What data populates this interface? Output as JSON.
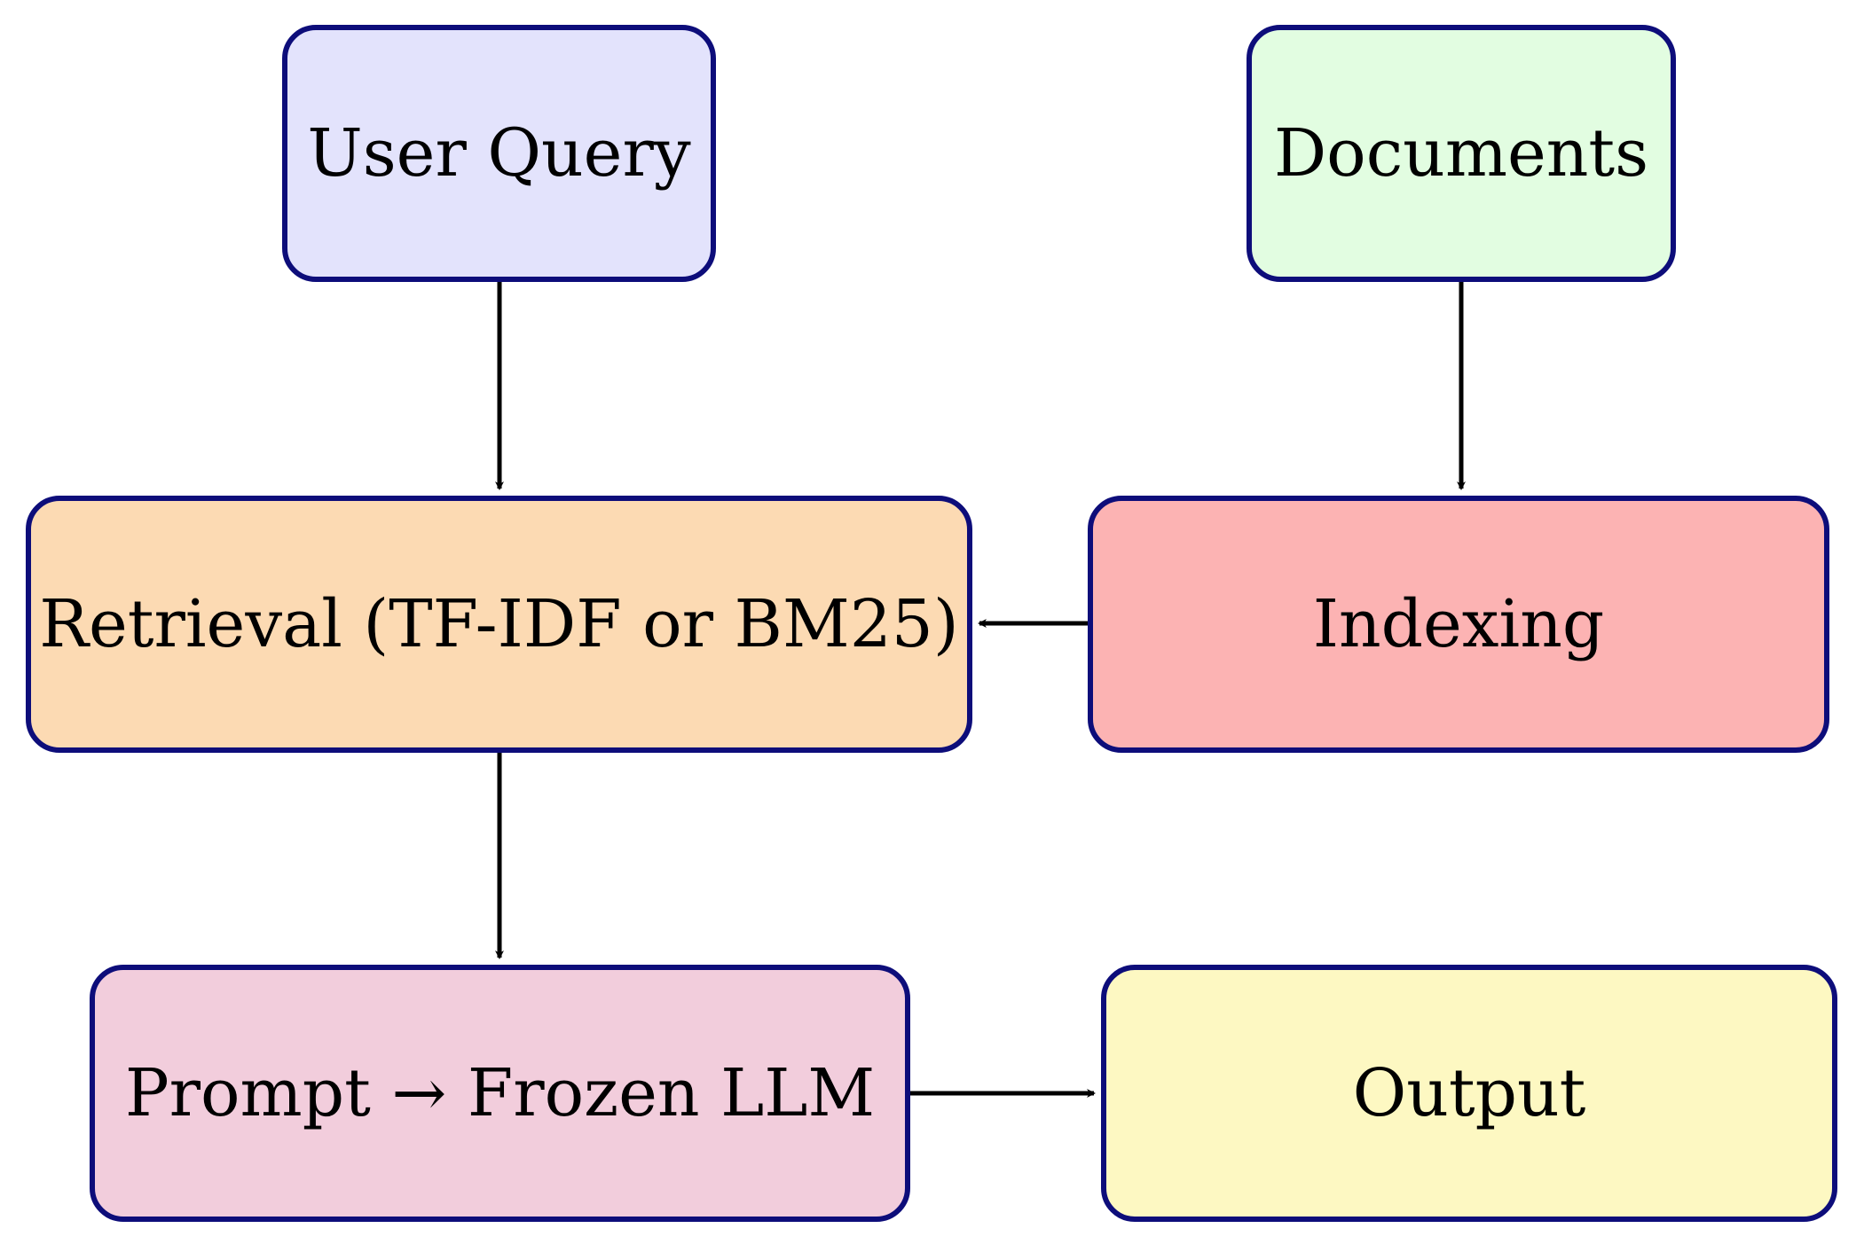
{
  "nodes": {
    "user_query": {
      "label": "User Query",
      "fill": "#e3e3fc"
    },
    "documents": {
      "label": "Documents",
      "fill": "#e2fde1"
    },
    "retrieval": {
      "label": "Retrieval (TF-IDF or BM25)",
      "fill": "#fcdab3"
    },
    "indexing": {
      "label": "Indexing",
      "fill": "#fcb3b3"
    },
    "prompt": {
      "label": "Prompt → Frozen LLM",
      "fill": "#f2cddc"
    },
    "output": {
      "label": "Output",
      "fill": "#fdf8c2"
    }
  },
  "colors": {
    "border": "#0d0d7a",
    "arrow": "#000000"
  },
  "edges": [
    {
      "from": "user_query",
      "to": "retrieval"
    },
    {
      "from": "documents",
      "to": "indexing"
    },
    {
      "from": "indexing",
      "to": "retrieval"
    },
    {
      "from": "retrieval",
      "to": "prompt"
    },
    {
      "from": "prompt",
      "to": "output"
    }
  ]
}
